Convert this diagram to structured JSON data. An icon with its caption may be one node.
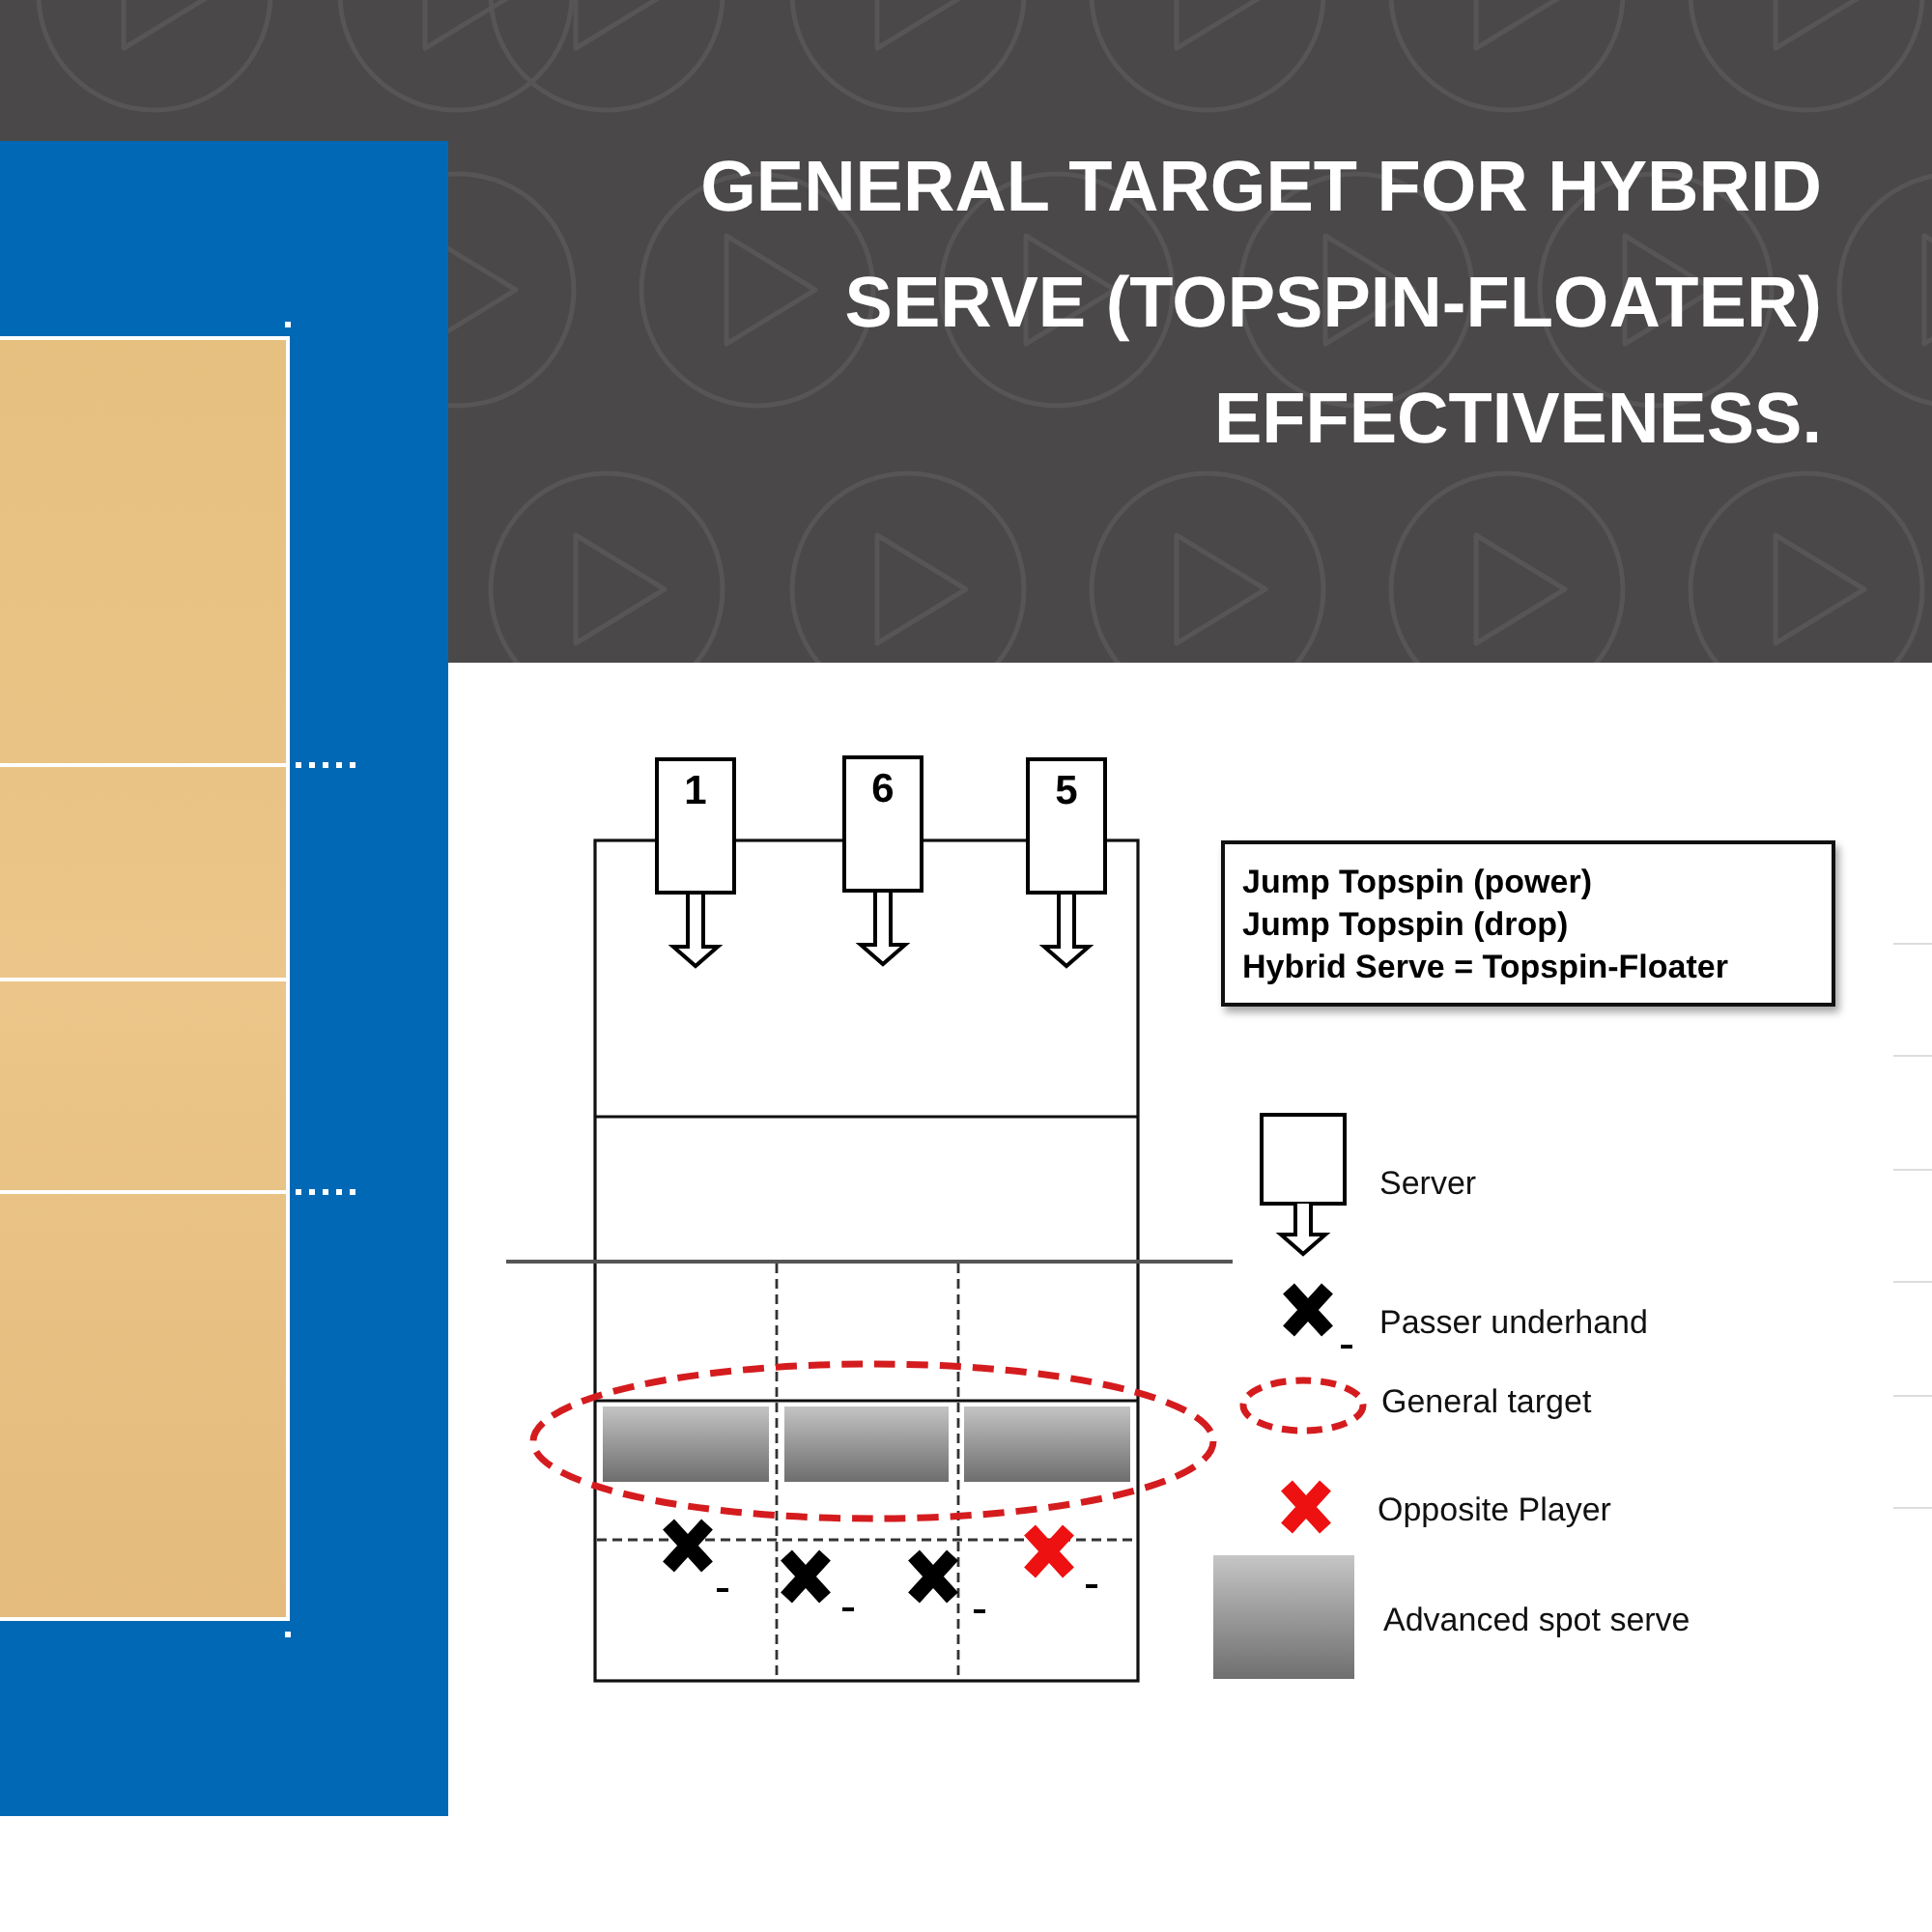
{
  "diagram": {
    "title": "GENERAL TARGET FOR HYBRID SERVE (TOPSPIN-FLOATER) EFFECTIVENESS.",
    "nodes": [
      {
        "text": [
          "1"
        ]
      },
      {
        "text": [
          "6"
        ]
      },
      {
        "text": [
          "5"
        ]
      },
      {
        "text": [
          "Jump Topspin (power)",
          "Jump Topspin (drop)",
          "Hybrid Serve = Topspin-Floater"
        ]
      },
      {
        "text": [],
        "shape": "box"
      },
      {
        "text": [],
        "shape": "box"
      },
      {
        "text": [],
        "shape": "box"
      }
    ],
    "edges": [
      {
        "from": 0,
        "to": null,
        "arrow": "to"
      },
      {
        "from": 1,
        "to": null,
        "arrow": "to"
      },
      {
        "from": 2,
        "to": null,
        "arrow": "to"
      }
    ],
    "legend": [
      {
        "text": "Server"
      },
      {
        "text": "Passer underhand"
      },
      {
        "text": "General target"
      },
      {
        "text": "Opposite Player"
      },
      {
        "text": "Advanced spot serve"
      }
    ]
  }
}
